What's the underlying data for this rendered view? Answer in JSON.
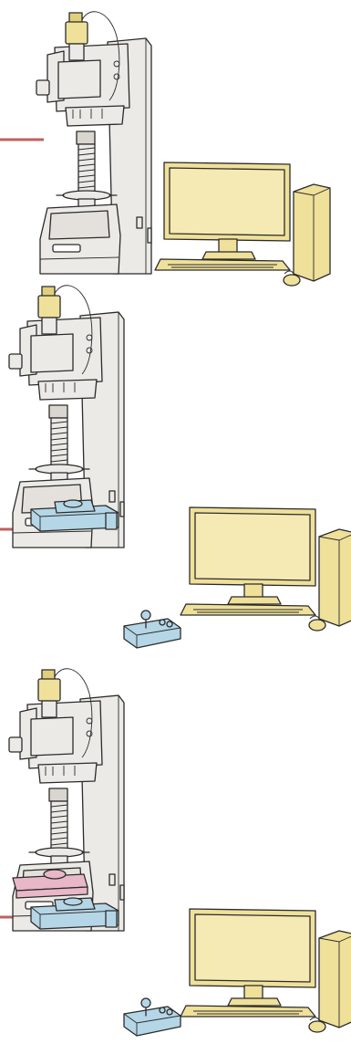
{
  "figure": {
    "panels": [
      {
        "id": "panel-1",
        "components": [
          "camera",
          "hardness-tester",
          "monitor",
          "keyboard",
          "mouse",
          "computer-tower"
        ]
      },
      {
        "id": "panel-2",
        "components": [
          "camera",
          "hardness-tester",
          "motorized-xy-stage",
          "joystick-controller",
          "monitor",
          "keyboard",
          "mouse",
          "computer-tower"
        ]
      },
      {
        "id": "panel-3",
        "components": [
          "camera",
          "hardness-tester",
          "auto-z-focus-stage",
          "motorized-xy-stage",
          "joystick-controller",
          "monitor",
          "keyboard",
          "mouse",
          "computer-tower"
        ]
      }
    ],
    "colors": {
      "body": "#eceae6",
      "yellow": "#efe09a",
      "yellow_dark": "#e2cf7c",
      "blue": "#b5d6e6",
      "pink": "#e8b7c8",
      "arrow": "#c0605e",
      "outline": "#2b2b2b"
    }
  }
}
